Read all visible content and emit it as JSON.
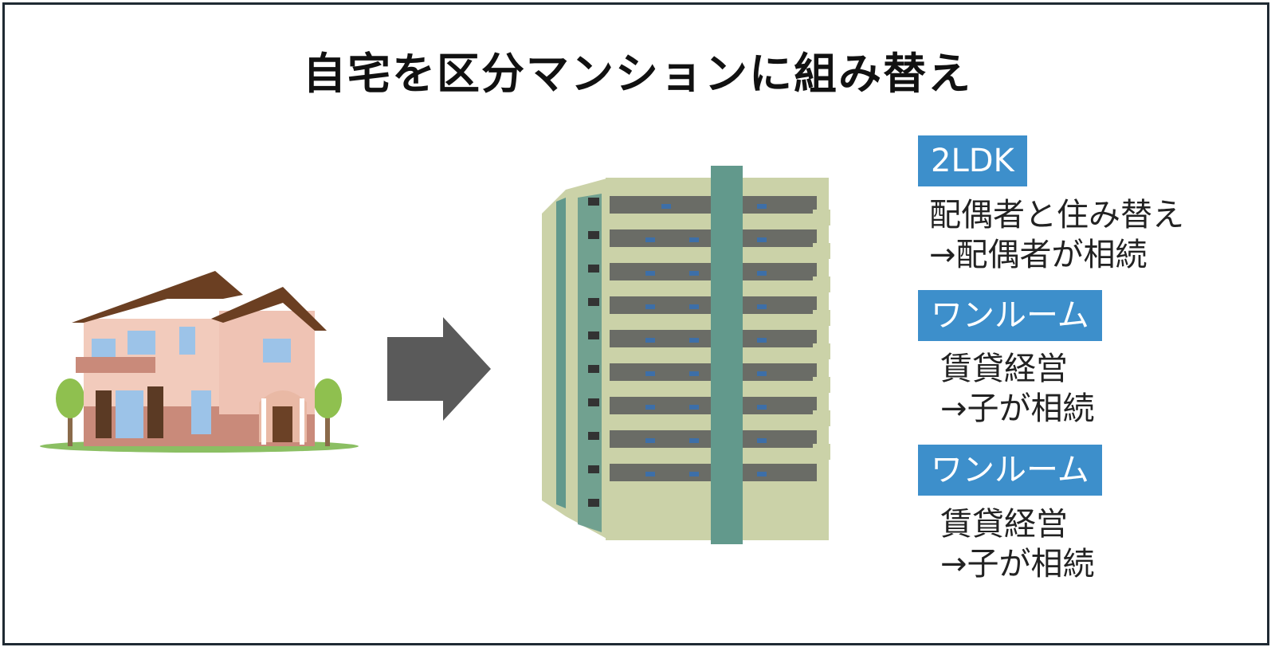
{
  "title": "自宅を区分マンションに組み替え",
  "units": [
    {
      "label": "2LDK",
      "lines": [
        "配偶者と住み替え",
        "→配偶者が相続"
      ]
    },
    {
      "label": "ワンルーム",
      "lines": [
        "賃貸経営",
        "→子が相続"
      ]
    },
    {
      "label": "ワンルーム",
      "lines": [
        "賃貸経営",
        "→子が相続"
      ]
    }
  ],
  "colors": {
    "badge": "#3d8fcb",
    "arrow": "#5a5a5a",
    "border": "#1f2a33",
    "tower_stripe": "#62998c",
    "tower_facade": "#cbd2a8"
  },
  "icons": [
    "house-icon",
    "arrow-right-icon",
    "apartment-building-icon"
  ]
}
